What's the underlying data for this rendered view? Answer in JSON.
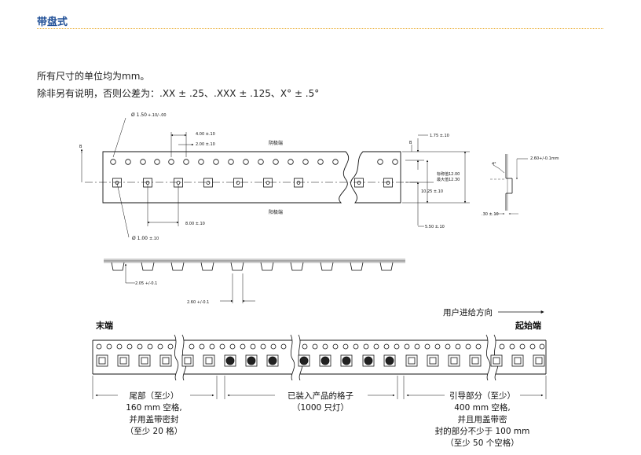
{
  "header": {
    "title": "带盘式"
  },
  "notes": {
    "units": "所有尺寸的单位均为mm。",
    "tolerances": "除非另有说明，否则公差为：.XX ± .25、.XXX ± .125、X° ± .5°"
  },
  "top_drawing": {
    "dim_hole_dia": "Ø 1.50",
    "dim_hole_tol": "+.10/-.00",
    "dim_pitch_4": "4.00 ±.10",
    "dim_2": "2.00 ±.10",
    "dim_8": "8.00 ±.10",
    "dim_pocket_dia": "Ø 1.00",
    "dim_pocket_tol": "±.10",
    "label_cathode": "阴极端",
    "label_anode": "阳极端",
    "section_mark_left": "B",
    "section_mark_right": "B",
    "dim_175": "1.75 ±.10",
    "dim_1025": "10.25 ±.10",
    "dim_550": "5.50 ±.10",
    "width_nominal": "标称值12.00",
    "width_max": "最大值12.30",
    "dim_angle": "4°",
    "dim_260_side": "2.60+/-0.1mm",
    "dim_030": ".30 ±.10"
  },
  "side_drawing": {
    "dim_205": "2.05 +/-0.1",
    "dim_260": "2.60 +/-0.1"
  },
  "bottom_drawing": {
    "direction": "用户进给方向",
    "end_label": "末端",
    "start_label": "起始端",
    "trailer": [
      "尾部（至少）",
      "160 mm 空格,",
      "并用盖带密封",
      "（至少 20 格）"
    ],
    "loaded": [
      "已装入产品的格子",
      "（1000 只灯）"
    ],
    "leader": [
      "引导部分（至少）",
      "400 mm 空格,",
      "并且用盖带密",
      "封的部分不少于 100 mm",
      "（至少 50 个空格）"
    ]
  }
}
